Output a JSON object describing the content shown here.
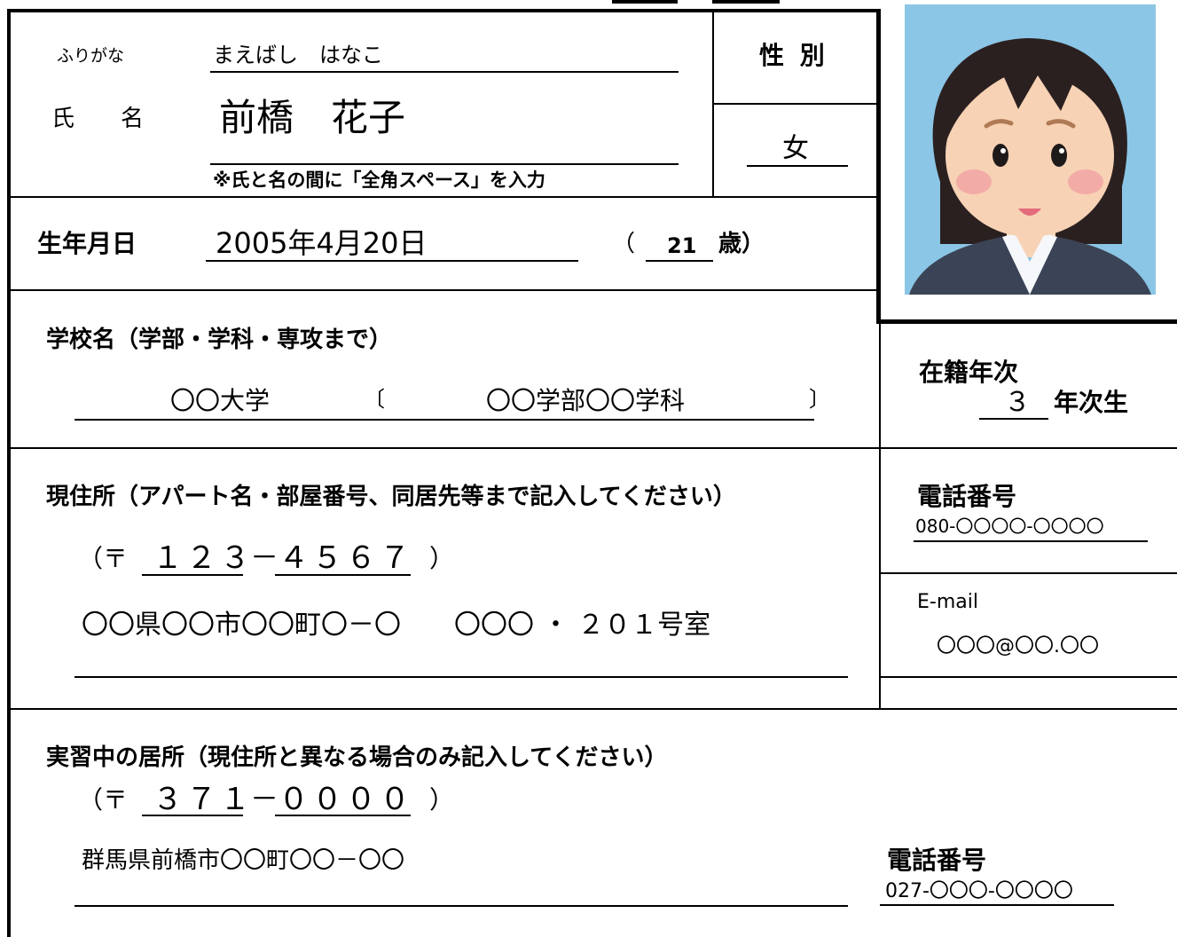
{
  "name_section": {
    "furigana_label": "ふりがな",
    "furigana_value": "まえばし　はなこ",
    "name_label": "氏　　名",
    "name_value": "前橋　花子",
    "name_note": "※氏と名の間に「全角スペース」を入力"
  },
  "gender_section": {
    "label": "性 別",
    "value": "女"
  },
  "birth_section": {
    "label": "生年月日",
    "value": "2005年4月20日",
    "age_open": "（",
    "age_value": "21",
    "age_suffix": "歳）"
  },
  "photo": {
    "icon": "female-student-portrait"
  },
  "school_section": {
    "label": "学校名（学部・学科・専攻まで）",
    "school_value": "〇〇大学",
    "bracket_open": "〔",
    "faculty_value": "〇〇学部〇〇学科",
    "bracket_close": "〕"
  },
  "year_section": {
    "label": "在籍年次",
    "value": "３",
    "suffix": "年次生"
  },
  "address_section": {
    "label": "現住所（アパート名・部屋番号、同居先等まで記入してください）",
    "postal_open": "（〒",
    "postal_first": "１２３",
    "postal_dash": "－",
    "postal_second": "４５６７",
    "postal_close": "）",
    "address_value": "〇〇県〇〇市〇〇町〇－〇　　〇〇〇 ・ ２０１号室"
  },
  "phone_section": {
    "label": "電話番号",
    "value": "080-〇〇〇〇-〇〇〇〇"
  },
  "email_section": {
    "label": "E-mail",
    "value": "〇〇〇@〇〇.〇〇"
  },
  "training_section": {
    "label": "実習中の居所（現住所と異なる場合のみ記入してください）",
    "postal_open": "（〒",
    "postal_first": "３７１",
    "postal_dash": "－",
    "postal_second": "００００",
    "postal_close": "）",
    "address_value": "群馬県前橋市〇〇町〇〇－〇〇",
    "phone_label": "電話番号",
    "phone_value": "027-〇〇〇-〇〇〇〇"
  }
}
